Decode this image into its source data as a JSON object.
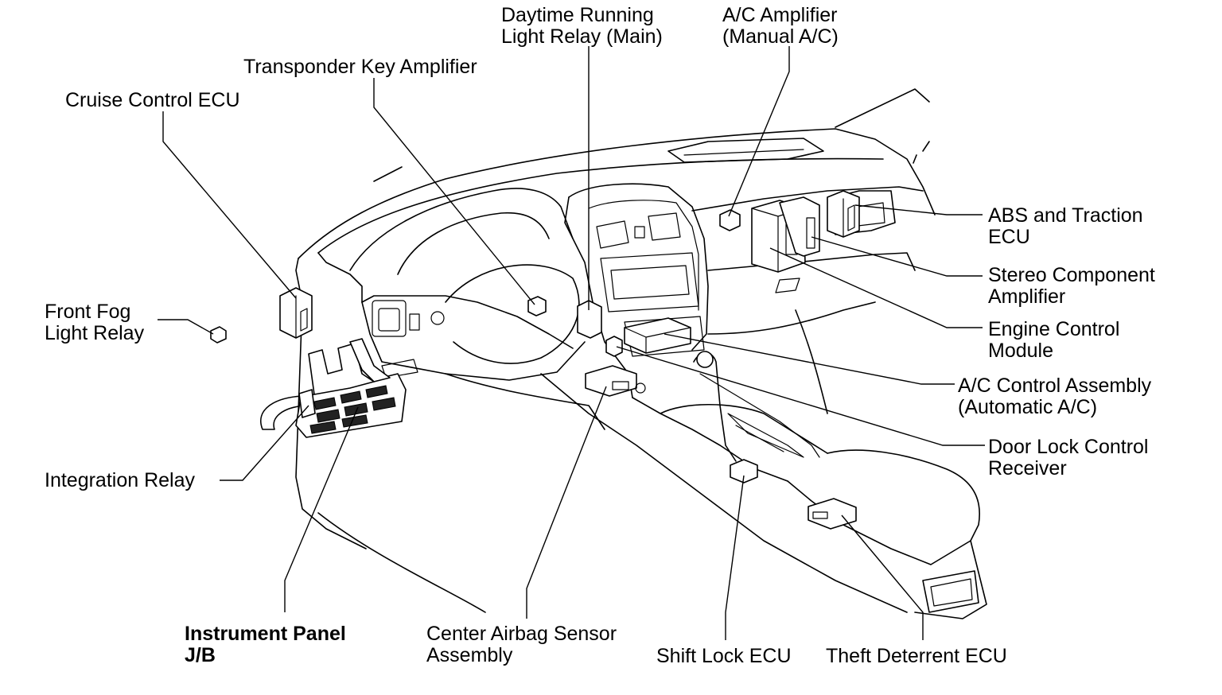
{
  "labels": {
    "daytime_running_light_relay_l1": "Daytime Running",
    "daytime_running_light_relay_l2": "Light Relay (Main)",
    "ac_amplifier_l1": "A/C Amplifier",
    "ac_amplifier_l2": "(Manual A/C)",
    "transponder_key_amplifier": "Transponder Key Amplifier",
    "cruise_control_ecu": "Cruise Control ECU",
    "abs_traction_ecu_l1": "ABS and Traction",
    "abs_traction_ecu_l2": "ECU",
    "stereo_component_amplifier_l1": "Stereo Component",
    "stereo_component_amplifier_l2": "Amplifier",
    "front_fog_light_relay_l1": "Front Fog",
    "front_fog_light_relay_l2": "Light Relay",
    "engine_control_module_l1": "Engine Control",
    "engine_control_module_l2": "Module",
    "ac_control_assembly_l1": "A/C Control Assembly",
    "ac_control_assembly_l2": "(Automatic A/C)",
    "door_lock_control_receiver_l1": "Door Lock Control",
    "door_lock_control_receiver_l2": "Receiver",
    "integration_relay": "Integration Relay",
    "instrument_panel_jb_l1": "Instrument Panel",
    "instrument_panel_jb_l2": "J/B",
    "center_airbag_sensor_l1": "Center Airbag Sensor",
    "center_airbag_sensor_l2": "Assembly",
    "shift_lock_ecu": "Shift Lock ECU",
    "theft_deterrent_ecu": "Theft Deterrent ECU"
  }
}
